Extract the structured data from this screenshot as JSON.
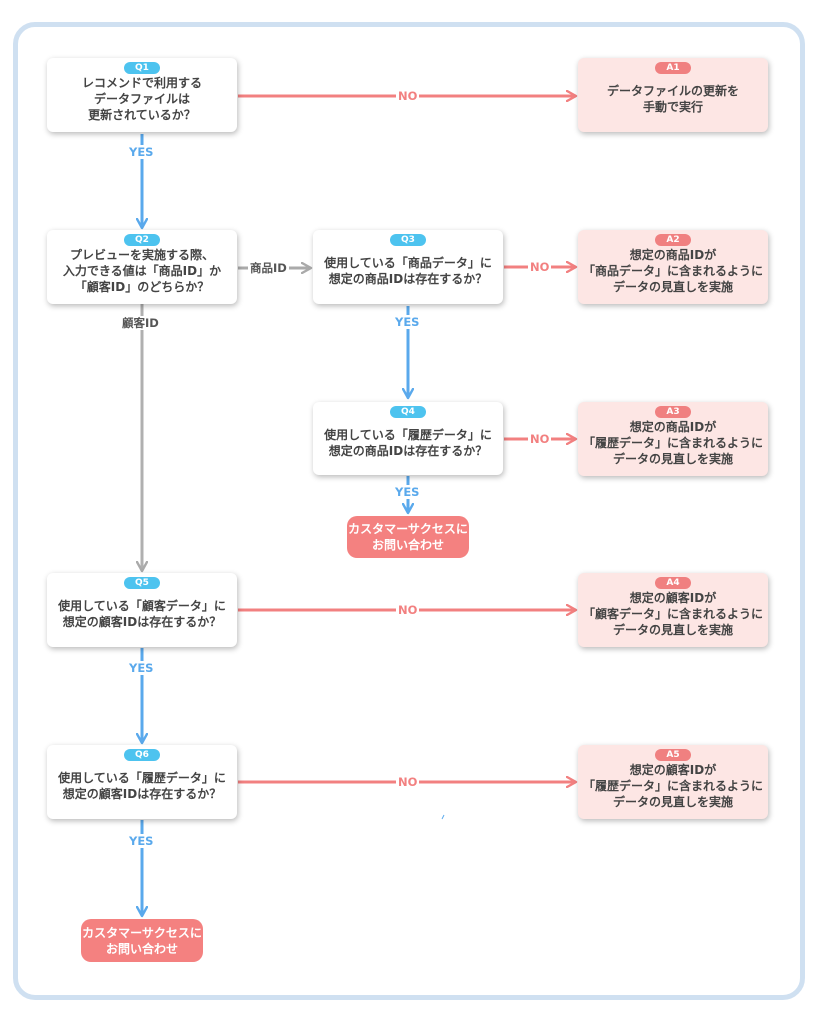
{
  "questions": [
    {
      "badge": "Q1",
      "text": "レコメンドで利用する\nデータファイルは\n更新されているか？"
    },
    {
      "badge": "Q2",
      "text": "プレビューを実施する際、\n入力できる値は「商品ID」か\n「顧客ID」のどちらか？"
    },
    {
      "badge": "Q3",
      "text": "使用している「商品データ」に\n想定の商品IDは存在するか？"
    },
    {
      "badge": "Q4",
      "text": "使用している「履歴データ」に\n想定の商品IDは存在するか？"
    },
    {
      "badge": "Q5",
      "text": "使用している「顧客データ」に\n想定の顧客IDは存在するか？"
    },
    {
      "badge": "Q6",
      "text": "使用している「履歴データ」に\n想定の顧客IDは存在するか？"
    }
  ],
  "answers": [
    {
      "badge": "A1",
      "text": "データファイルの更新を\n手動で実行"
    },
    {
      "badge": "A2",
      "text": "想定の商品IDが\n「商品データ」に含まれるように\nデータの見直しを実施"
    },
    {
      "badge": "A3",
      "text": "想定の商品IDが\n「履歴データ」に含まれるように\nデータの見直しを実施"
    },
    {
      "badge": "A4",
      "text": "想定の顧客IDが\n「顧客データ」に含まれるように\nデータの見直しを実施"
    },
    {
      "badge": "A5",
      "text": "想定の顧客IDが\n「履歴データ」に含まれるように\nデータの見直しを実施"
    }
  ],
  "labels": {
    "yes": "YES",
    "no": "NO",
    "product_id": "商品ID",
    "customer_id": "顧客ID"
  },
  "cta": {
    "contact": "カスタマーサクセスに\nお問い合わせ"
  },
  "colors": {
    "yes_arrow": "#5aa9ec",
    "no_arrow": "#f28080",
    "branch_arrow": "#b0b0b0",
    "question_badge": "#4dc3ef",
    "answer_badge": "#f08080",
    "answer_fill": "#fde6e4",
    "frame": "#cfe0f1"
  }
}
